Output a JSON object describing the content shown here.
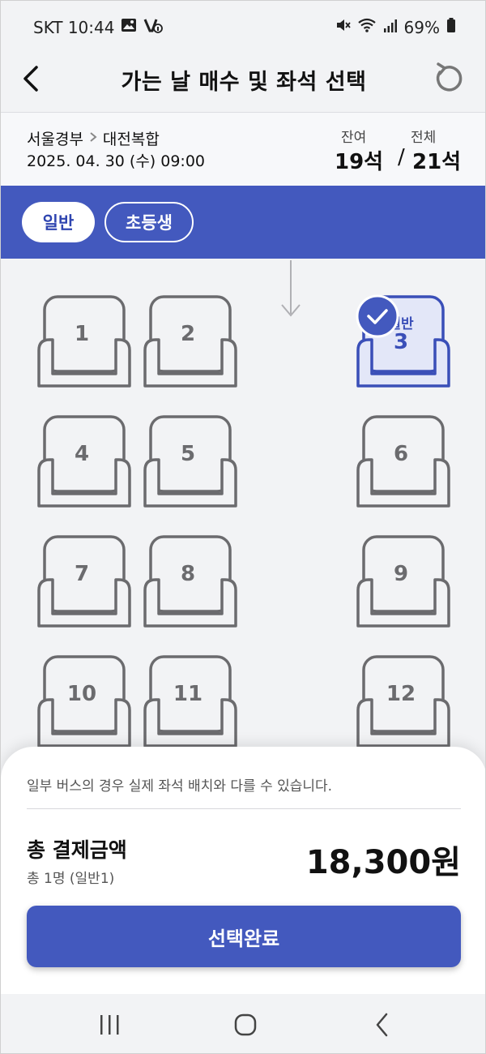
{
  "status_bar": {
    "carrier_time": "SKT 10:44",
    "battery": "69%"
  },
  "header": {
    "title": "가는 날 매수 및 좌석 선택"
  },
  "route": {
    "departure": "서울경부",
    "arrival": "대전복합",
    "datetime": "2025. 04. 30 (수) 09:00",
    "remaining_label": "잔여",
    "remaining_value": "19석",
    "total_label": "전체",
    "total_value": "21석"
  },
  "tabs": [
    {
      "label": "일반",
      "active": true
    },
    {
      "label": "초등생",
      "active": false
    }
  ],
  "seats": [
    {
      "number": "1",
      "selected": false
    },
    {
      "number": "2",
      "selected": false
    },
    {
      "number": "3",
      "selected": true,
      "type_label": "일반"
    },
    {
      "number": "4",
      "selected": false
    },
    {
      "number": "5",
      "selected": false
    },
    {
      "number": "6",
      "selected": false
    },
    {
      "number": "7",
      "selected": false
    },
    {
      "number": "8",
      "selected": false
    },
    {
      "number": "9",
      "selected": false
    },
    {
      "number": "10",
      "selected": false
    },
    {
      "number": "11",
      "selected": false
    },
    {
      "number": "12",
      "selected": false
    }
  ],
  "summary": {
    "notice": "일부 버스의 경우 실제 좌석 배치와 다를 수 있습니다.",
    "total_label": "총 결제금액",
    "passenger_summary": "총 1명 (일반1)",
    "total_amount": "18,300원",
    "confirm_label": "선택완료"
  },
  "colors": {
    "accent": "#4359be",
    "seat_outline": "#6b6b6e",
    "selected_fill": "#e3e7f8"
  }
}
